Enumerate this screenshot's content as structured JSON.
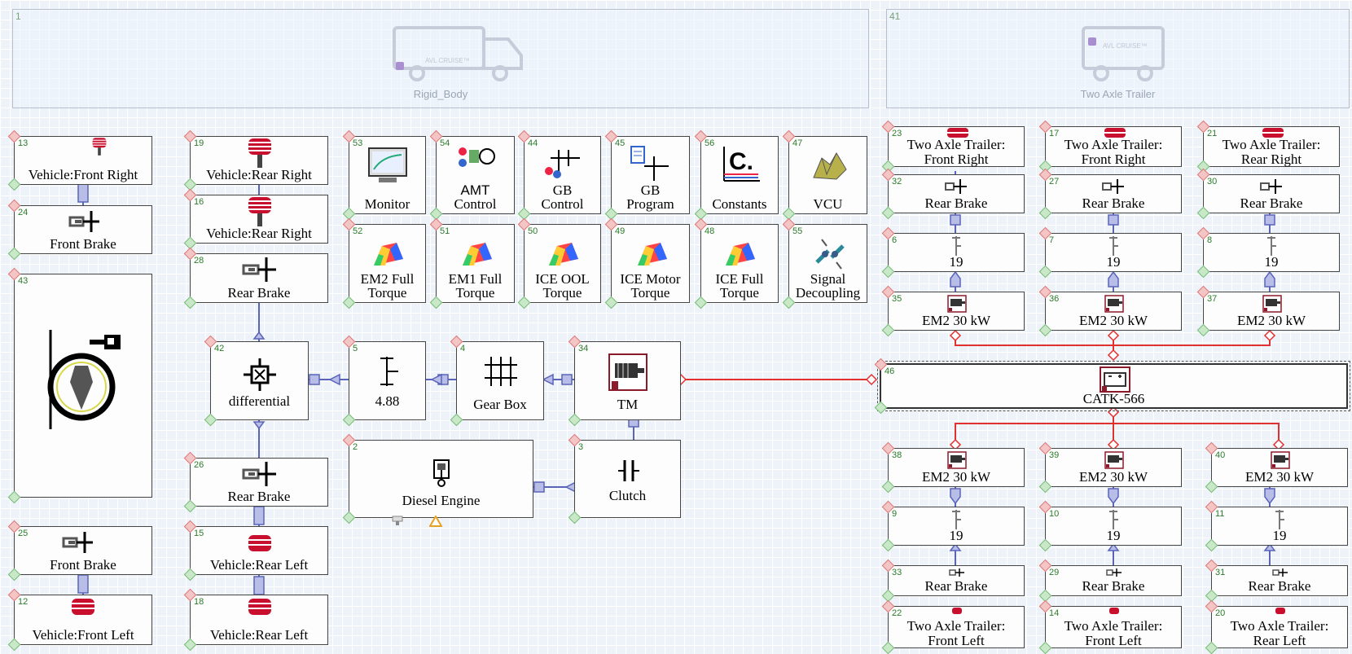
{
  "groups": [
    {
      "num": "1",
      "name": "Rigid_Body",
      "badge": "AVL CRUISE™"
    },
    {
      "num": "41",
      "name": "Two Axle Trailer",
      "badge": "AVL CRUISE™"
    }
  ],
  "blocks": {
    "b13": {
      "num": "13",
      "l1": "Vehicle:Front Right"
    },
    "b24": {
      "num": "24",
      "l1": "Front Brake"
    },
    "b43": {
      "num": "43"
    },
    "b25": {
      "num": "25",
      "l1": "Front Brake"
    },
    "b12": {
      "num": "12",
      "l1": "Vehicle:Front Left"
    },
    "b19": {
      "num": "19",
      "l1": "Vehicle:Rear Right"
    },
    "b16": {
      "num": "16",
      "l1": "Vehicle:Rear Right"
    },
    "b28": {
      "num": "28",
      "l1": "Rear Brake"
    },
    "b42": {
      "num": "42",
      "l1": "differential"
    },
    "b26": {
      "num": "26",
      "l1": "Rear Brake"
    },
    "b15": {
      "num": "15",
      "l1": "Vehicle:Rear Left"
    },
    "b18": {
      "num": "18",
      "l1": "Vehicle:Rear Left"
    },
    "b53": {
      "num": "53",
      "l1": "Monitor"
    },
    "b54": {
      "num": "54",
      "l1": "AMT",
      "l2": "Control"
    },
    "b44": {
      "num": "44",
      "l1": "GB",
      "l2": "Control"
    },
    "b45": {
      "num": "45",
      "l1": "GB",
      "l2": "Program"
    },
    "b56": {
      "num": "56",
      "l1": "Constants"
    },
    "b47": {
      "num": "47",
      "l1": "VCU"
    },
    "b52": {
      "num": "52",
      "l1": "EM2 Full",
      "l2": "Torque"
    },
    "b51": {
      "num": "51",
      "l1": "EM1 Full",
      "l2": "Torque"
    },
    "b50": {
      "num": "50",
      "l1": "ICE OOL",
      "l2": "Torque"
    },
    "b49": {
      "num": "49",
      "l1": "ICE Motor",
      "l2": "Torque"
    },
    "b48": {
      "num": "48",
      "l1": "ICE Full",
      "l2": "Torque"
    },
    "b55": {
      "num": "55",
      "l1": "Signal",
      "l2": "Decoupling"
    },
    "b5": {
      "num": "5",
      "l1": "4.88"
    },
    "b4": {
      "num": "4",
      "l1": "Gear Box"
    },
    "b34": {
      "num": "34",
      "l1": "TM"
    },
    "b2": {
      "num": "2",
      "l1": "Diesel Engine"
    },
    "b3": {
      "num": "3",
      "l1": "Clutch"
    },
    "b46": {
      "num": "46",
      "l1": "CATK-566"
    },
    "b23": {
      "num": "23",
      "l1": "Two Axle Trailer:",
      "l2": "Front Right"
    },
    "b17": {
      "num": "17",
      "l1": "Two Axle Trailer:",
      "l2": "Front Right"
    },
    "b21": {
      "num": "21",
      "l1": "Two Axle Trailer:",
      "l2": "Rear Right"
    },
    "b32": {
      "num": "32",
      "l1": "Rear Brake"
    },
    "b27": {
      "num": "27",
      "l1": "Rear Brake"
    },
    "b30": {
      "num": "30",
      "l1": "Rear Brake"
    },
    "b6": {
      "num": "6",
      "l1": "19"
    },
    "b7": {
      "num": "7",
      "l1": "19"
    },
    "b8": {
      "num": "8",
      "l1": "19"
    },
    "b35": {
      "num": "35",
      "l1": "EM2 30 kW"
    },
    "b36": {
      "num": "36",
      "l1": "EM2 30 kW"
    },
    "b37": {
      "num": "37",
      "l1": "EM2 30 kW"
    },
    "b38": {
      "num": "38",
      "l1": "EM2 30 kW"
    },
    "b39": {
      "num": "39",
      "l1": "EM2 30 kW"
    },
    "b40": {
      "num": "40",
      "l1": "EM2 30 kW"
    },
    "b9": {
      "num": "9",
      "l1": "19"
    },
    "b10": {
      "num": "10",
      "l1": "19"
    },
    "b11": {
      "num": "11",
      "l1": "19"
    },
    "b33": {
      "num": "33",
      "l1": "Rear Brake"
    },
    "b29": {
      "num": "29",
      "l1": "Rear Brake"
    },
    "b31": {
      "num": "31",
      "l1": "Rear Brake"
    },
    "b22": {
      "num": "22",
      "l1": "Two Axle Trailer:",
      "l2": "Front Left"
    },
    "b14": {
      "num": "14",
      "l1": "Two Axle Trailer:",
      "l2": "Front Left"
    },
    "b20": {
      "num": "20",
      "l1": "Two Axle Trailer:",
      "l2": "Rear Left"
    }
  },
  "colors": {
    "mechanical": "#5a64b8",
    "electrical": "#e23030",
    "border": "#444444"
  }
}
